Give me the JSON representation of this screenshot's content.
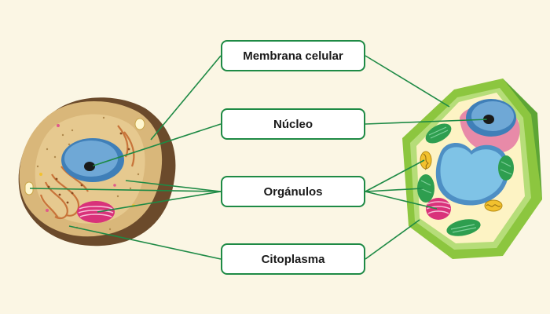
{
  "labels": {
    "membrana": "Membrana celular",
    "nucleo": "Núcleo",
    "organulos": "Orgánulos",
    "citoplasma": "Citoplasma"
  },
  "colors": {
    "background": "#fbf6e4",
    "connector": "#1e8a45",
    "box_border": "#1e8a45",
    "animal_cytoplasm": "#d9b77a",
    "animal_membrane": "#6b4a2b",
    "nucleus": "#6fa8d6",
    "nucleolus": "#1a1a1a",
    "golgi": "#d9327a",
    "er": "#c8743a",
    "plant_wall": "#8cc63f",
    "plant_cytoplasm": "#fdf3c4",
    "vacuole": "#7fc3e6",
    "chloroplast": "#2e9e4f",
    "mitochondria": "#f2c12e"
  }
}
